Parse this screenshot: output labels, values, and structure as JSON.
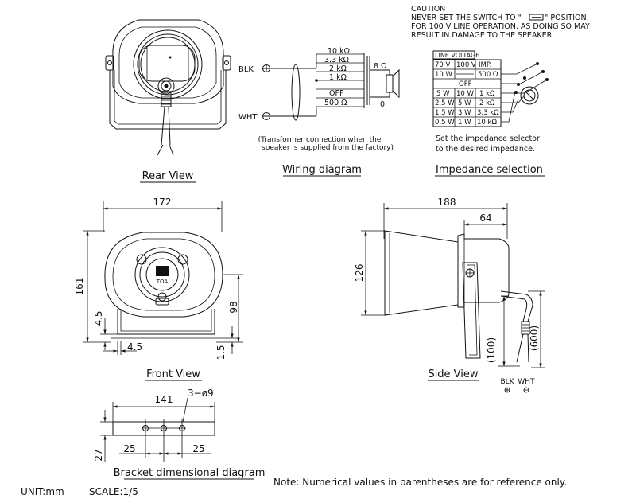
{
  "caution": {
    "line1": "CAUTION",
    "line2a": "NEVER SET THE SWITCH TO \"",
    "line2b": "\" POSITION",
    "line3": "FOR 100 V LINE OPERATION, AS DOING SO MAY",
    "line4": "RESULT IN DAMAGE TO THE SPEAKER."
  },
  "titles": {
    "rear": "Rear View",
    "wiring": "Wiring diagram",
    "impedance": "Impedance selection",
    "front": "Front View",
    "side": "Side View",
    "bracket": "Bracket dimensional diagram"
  },
  "brand": "TOA",
  "wiring": {
    "blk": "BLK",
    "wht": "WHT",
    "taps": [
      "10 kΩ",
      "3.3 kΩ",
      "2 kΩ",
      "1 kΩ",
      "OFF",
      "500 Ω"
    ],
    "sec_top": "8 Ω",
    "sec_bottom": "0",
    "note1": "(Transformer connection when the",
    "note2": "speaker is supplied from the factory)"
  },
  "impedance": {
    "header": "LINE VOLTAGE",
    "rows": [
      [
        "70 V",
        "100 V",
        "IMP."
      ],
      [
        "10 W",
        "",
        "500 Ω"
      ],
      [
        "",
        "OFF",
        ""
      ],
      [
        "5 W",
        "10 W",
        "1 kΩ"
      ],
      [
        "2.5 W",
        "5 W",
        "2 kΩ"
      ],
      [
        "1.5 W",
        "3 W",
        "3.3 kΩ"
      ],
      [
        "0.5 W",
        "1 W",
        "10 kΩ"
      ]
    ],
    "note1": "Set the impedance selector",
    "note2": "to the desired impedance."
  },
  "dims": {
    "front_width": "172",
    "front_height": "161",
    "front_bracket_h": "98",
    "front_45_v": "4.5",
    "front_45_h": "4.5",
    "front_15": "1.5",
    "side_length": "188",
    "side_rear": "64",
    "side_mouth": "126",
    "side_cable_100": "(100)",
    "side_cable_600": "(600)",
    "side_blk": "BLK",
    "side_wht": "WHT",
    "bracket_width": "141",
    "bracket_holes": "3−ø9",
    "bracket_left": "25",
    "bracket_right": "25",
    "bracket_height": "27"
  },
  "footer": {
    "unit": "UNIT:mm",
    "scale": "SCALE:1/5",
    "note": "Note: Numerical values in parentheses are for reference only."
  }
}
